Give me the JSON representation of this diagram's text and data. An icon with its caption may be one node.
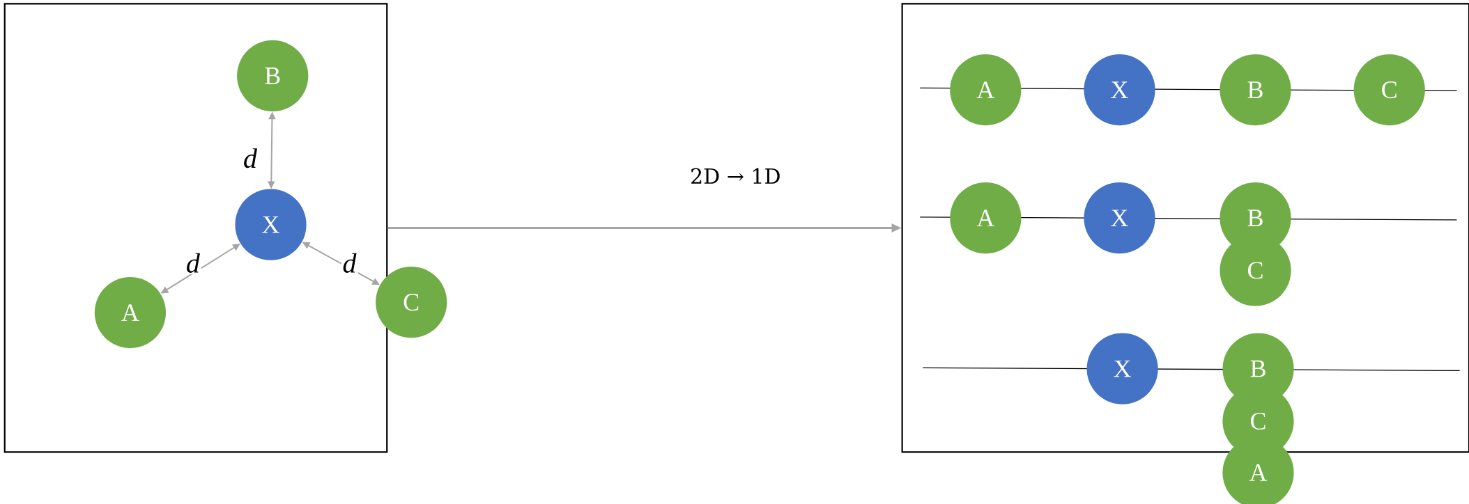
{
  "diagram": {
    "nodes": [
      {
        "text": [],
        "shape": "box"
      },
      {
        "text": [
          "B"
        ],
        "in": 0
      },
      {
        "text": [
          "X"
        ],
        "in": 0
      },
      {
        "text": [
          "A"
        ],
        "in": 0
      },
      {
        "text": [
          "C"
        ]
      },
      {
        "text": [],
        "shape": "box"
      },
      {
        "text": [
          "A"
        ],
        "in": 5
      },
      {
        "text": [
          "X"
        ],
        "in": 5
      },
      {
        "text": [
          "B"
        ],
        "in": 5
      },
      {
        "text": [
          "C"
        ],
        "in": 5
      },
      {
        "text": [
          "A"
        ],
        "in": 5
      },
      {
        "text": [
          "X"
        ],
        "in": 5
      },
      {
        "text": [
          "B"
        ],
        "in": 5
      },
      {
        "text": [
          "C"
        ],
        "in": 5
      },
      {
        "text": [
          "X"
        ],
        "in": 5
      },
      {
        "text": [
          "B"
        ],
        "in": 5
      },
      {
        "text": [
          "C"
        ],
        "in": 5
      },
      {
        "text": [
          "A"
        ]
      }
    ],
    "edges": [
      {
        "from": 2,
        "to": 1,
        "arrow": "both",
        "label": "*d*"
      },
      {
        "from": 2,
        "to": 3,
        "arrow": "both",
        "label": "*d*"
      },
      {
        "from": 2,
        "to": 4,
        "arrow": "both",
        "label": "*d*"
      },
      {
        "from": 0,
        "to": 5,
        "arrow": "to",
        "label": "2D → 1D"
      }
    ]
  }
}
